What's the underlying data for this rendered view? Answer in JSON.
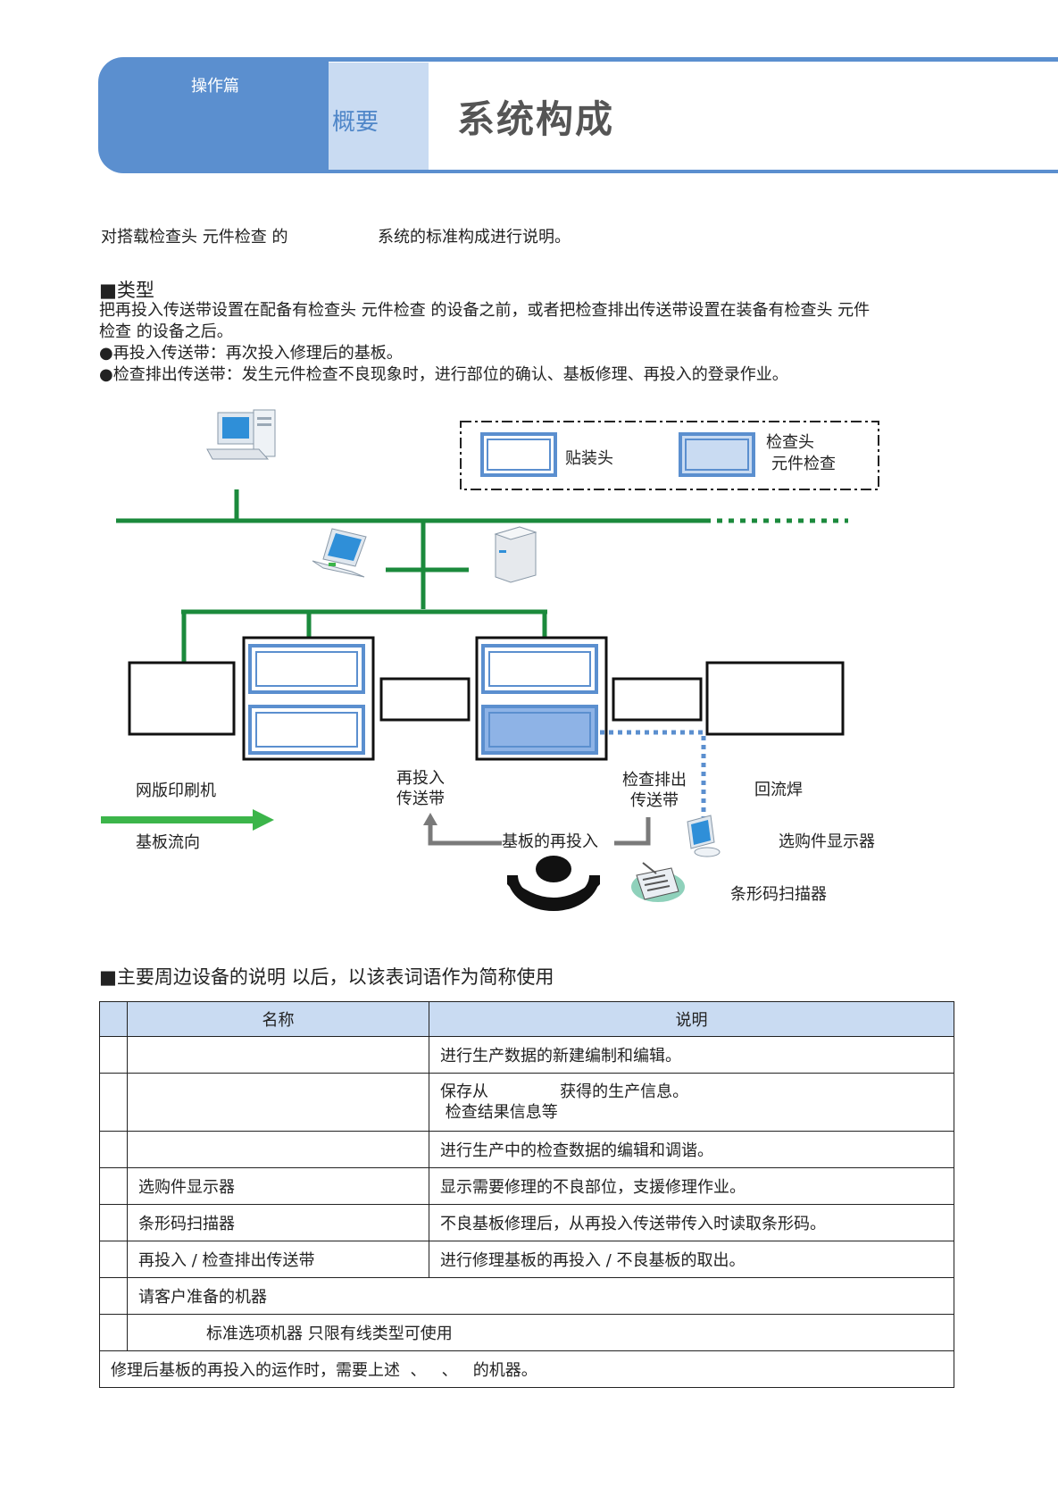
{
  "header": {
    "section": "操作篇",
    "overview": "概要",
    "title": "系统构成"
  },
  "intro": {
    "part1": "对搭载检查头 元件检查 的",
    "part2": "系统的标准构成进行说明。"
  },
  "types": {
    "heading": "■类型",
    "line1": "把再投入传送带设置在配备有检查头 元件检查 的设备之前，或者把检查排出传送带设置在装备有检查头 元件",
    "line2": "检查 的设备之后。",
    "bullet1": "●再投入传送带：再次投入修理后的基板。",
    "bullet2": "●检查排出传送带：发生元件检查不良现象时，进行部位的确认、基板修理、再投入的登录作业。"
  },
  "diagram": {
    "legend_mount_head": "贴装头",
    "legend_inspection_head_1": "检查头",
    "legend_inspection_head_2": "元件检查",
    "screen_printer": "网版印刷机",
    "reinput_conveyor_1": "再投入",
    "reinput_conveyor_2": "传送带",
    "reject_conveyor_1": "检查排出",
    "reject_conveyor_2": "传送带",
    "reflow": "回流焊",
    "board_flow": "基板流向",
    "board_reinput": "基板的再投入",
    "option_display": "选购件显示器",
    "barcode_scanner": "条形码扫描器",
    "colors": {
      "network": "#1b8a3c",
      "frame": "#5b8fcf",
      "frame_fill": "#8eb3e6",
      "arrow": "#3cb54a"
    }
  },
  "table": {
    "heading": "■主要周边设备的说明  以后，以该表词语作为简称使用",
    "col_name": "名称",
    "col_desc": "说明",
    "rows": [
      {
        "name": "",
        "desc": "进行生产数据的新建编制和编辑。"
      },
      {
        "name": "",
        "desc": "保存从              获得的生产信息。",
        "desc2": " 检查结果信息等"
      },
      {
        "name": "",
        "desc": "进行生产中的检查数据的编辑和调谐。"
      },
      {
        "name": "选购件显示器",
        "desc": "显示需要修理的不良部位，支援修理作业。"
      },
      {
        "name": "条形码扫描器",
        "desc": "不良基板修理后，从再投入传送带传入时读取条形码。"
      },
      {
        "name": "再投入 / 检查排出传送带",
        "desc": "进行修理基板的再投入 / 不良基板的取出。"
      }
    ],
    "customer_row": "请客户准备的机器",
    "standard_row": "标准选项机器  只限有线类型可使用",
    "footer_row": "修理后基板的再投入的运作时，需要上述  、   、   的机器。"
  }
}
